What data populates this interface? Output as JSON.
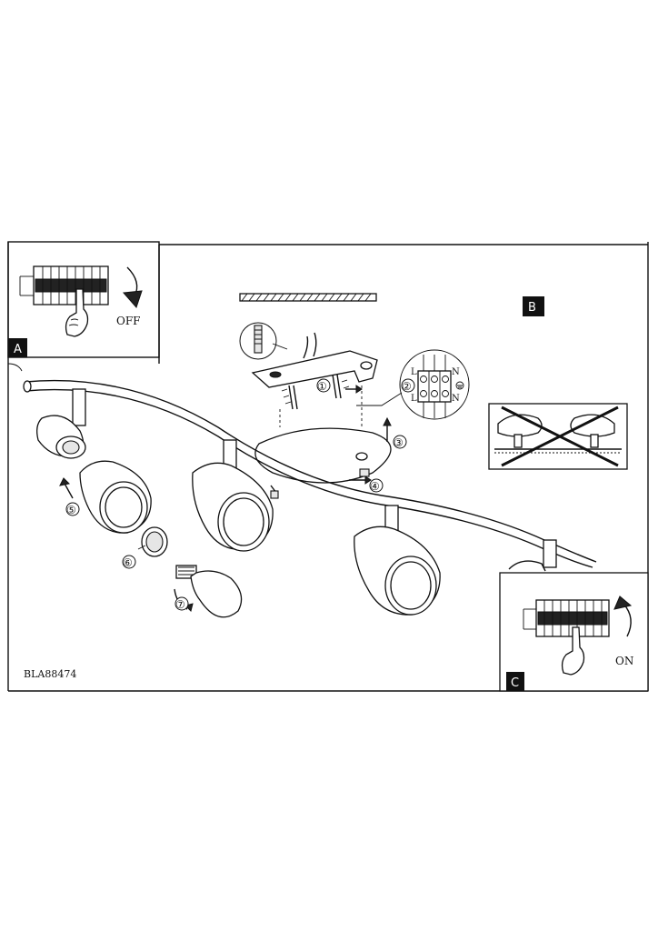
{
  "panels": {
    "a": {
      "label": "A",
      "switch_text": "OFF"
    },
    "b": {
      "label": "B"
    },
    "c": {
      "label": "C",
      "switch_text": "ON"
    }
  },
  "steps": [
    "①",
    "②",
    "③",
    "④",
    "⑤",
    "⑥",
    "⑦"
  ],
  "terminal": {
    "top_left": "L",
    "top_right": "N",
    "bottom_left": "L",
    "bottom_right": "N"
  },
  "model_code": "BLA88474",
  "icons": {
    "breaker": "circuit-breaker-icon",
    "hand": "hand-icon",
    "arrow": "rotate-arrow-icon",
    "anchor": "wall-plug-icon",
    "ground": "ground-icon",
    "cross": "prohibited-cross-icon"
  }
}
